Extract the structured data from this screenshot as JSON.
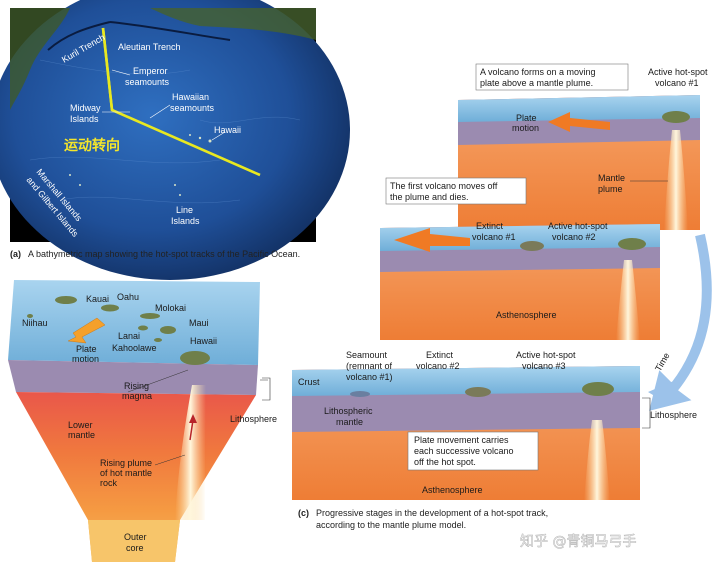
{
  "map": {
    "labels": {
      "kuril": "Kuril Trench",
      "aleutian": "Aleutian Trench",
      "emperor_1": "Emperor",
      "emperor_2": "seamounts",
      "hawaiian_1": "Hawaiian",
      "hawaiian_2": "seamounts",
      "midway_1": "Midway",
      "midway_2": "Islands",
      "hawaii": "Hawaii",
      "line_1": "Line",
      "line_2": "Islands",
      "marshall_1": "Marshall Islands",
      "marshall_2": "and Gilbert Islands"
    },
    "annotation_cn": "运动转向",
    "caption_letter": "(a)",
    "caption": "A bathymetric map showing the hot-spot tracks of the Pacific Ocean."
  },
  "panel_b": {
    "labels": {
      "kauai": "Kauai",
      "oahu": "Oahu",
      "molokai": "Molokai",
      "niihau": "Niihau",
      "lanai": "Lanai",
      "maui": "Maui",
      "kahoolawe": "Kahoolawe",
      "hawaii": "Hawaii",
      "plate_motion_1": "Plate",
      "plate_motion_2": "motion",
      "rising_magma_1": "Rising",
      "rising_magma_2": "magma",
      "lithosphere": "Lithosphere",
      "lower_mantle_1": "Lower",
      "lower_mantle_2": "mantle",
      "plume_1": "Rising plume",
      "plume_2": "of hot mantle",
      "plume_3": "rock",
      "outer_core_1": "Outer",
      "outer_core_2": "core"
    }
  },
  "panel_c": {
    "labels": {
      "note1_1": "A volcano forms on a moving",
      "note1_2": "plate above a mantle plume.",
      "active1_1": "Active hot-spot",
      "active1_2": "volcano #1",
      "plate_motion_1": "Plate",
      "plate_motion_2": "motion",
      "mantle_plume_1": "Mantle",
      "mantle_plume_2": "plume",
      "note2_1": "The first volcano moves off",
      "note2_2": "the plume and dies.",
      "extinct1_1": "Extinct",
      "extinct1_2": "volcano #1",
      "active2_1": "Active hot-spot",
      "active2_2": "volcano #2",
      "asthenosphere_mid": "Asthenosphere",
      "time": "Time",
      "seamount_1": "Seamount",
      "seamount_2": "(remnant of",
      "seamount_3": "volcano #1)",
      "extinct2_1": "Extinct",
      "extinct2_2": "volcano #2",
      "active3_1": "Active hot-spot",
      "active3_2": "volcano #3",
      "crust": "Crust",
      "litho_mantle_1": "Lithospheric",
      "litho_mantle_2": "mantle",
      "lithosphere": "Lithosphere",
      "note3_1": "Plate movement carries",
      "note3_2": "each successive volcano",
      "note3_3": "off the hot spot.",
      "asthenosphere_bottom": "Asthenosphere"
    },
    "caption_letter": "(c)",
    "caption_1": "Progressive stages in the development of a hot-spot track,",
    "caption_2": "according to the mantle plume model."
  },
  "watermark": "知乎 @青铜马弓手",
  "colors": {
    "ocean_dark": "#0d2a5c",
    "ocean_blue": "#2b66b8",
    "track_yellow": "#e8e820",
    "annotation_yellow": "#f5e62a",
    "surface_blue": "#8fc3e6",
    "lithosphere_purple": "#9b8bb0",
    "mantle_orange": "#f08a3c",
    "plume_glow": "#fff2c8",
    "arrow_orange": "#f07a24",
    "time_arrow": "#9cc2ea"
  }
}
